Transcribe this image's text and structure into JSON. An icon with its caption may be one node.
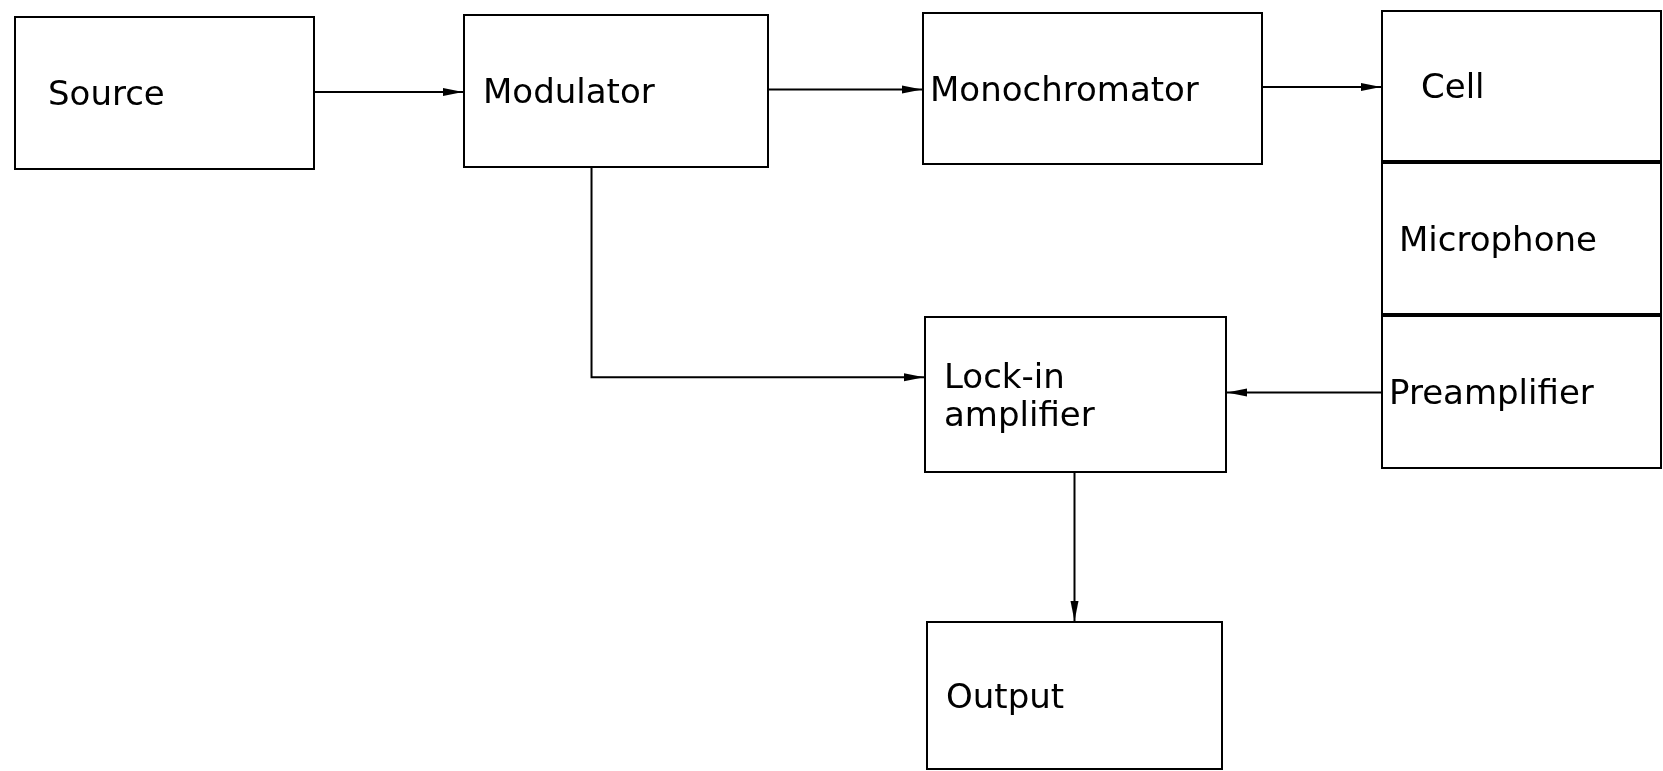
{
  "diagram": {
    "nodes": [
      {
        "text": [
          "Source"
        ]
      },
      {
        "text": [
          "Modulator"
        ]
      },
      {
        "text": [
          "Monochromator"
        ]
      },
      {
        "text": [
          "Cell"
        ]
      },
      {
        "text": [
          "Microphone"
        ]
      },
      {
        "text": [
          "Preamplifier"
        ]
      },
      {
        "text": [
          "Lock-in amplifier"
        ]
      },
      {
        "text": [
          "Output"
        ]
      }
    ],
    "edges": [
      {
        "from": 0,
        "to": 1,
        "arrow": "to"
      },
      {
        "from": 1,
        "to": 2,
        "arrow": "to"
      },
      {
        "from": 2,
        "to": 3,
        "arrow": "to"
      },
      {
        "from": 1,
        "to": 6,
        "arrow": "to"
      },
      {
        "from": 5,
        "to": 6,
        "arrow": "to"
      },
      {
        "from": 6,
        "to": 7,
        "arrow": "to"
      }
    ]
  }
}
